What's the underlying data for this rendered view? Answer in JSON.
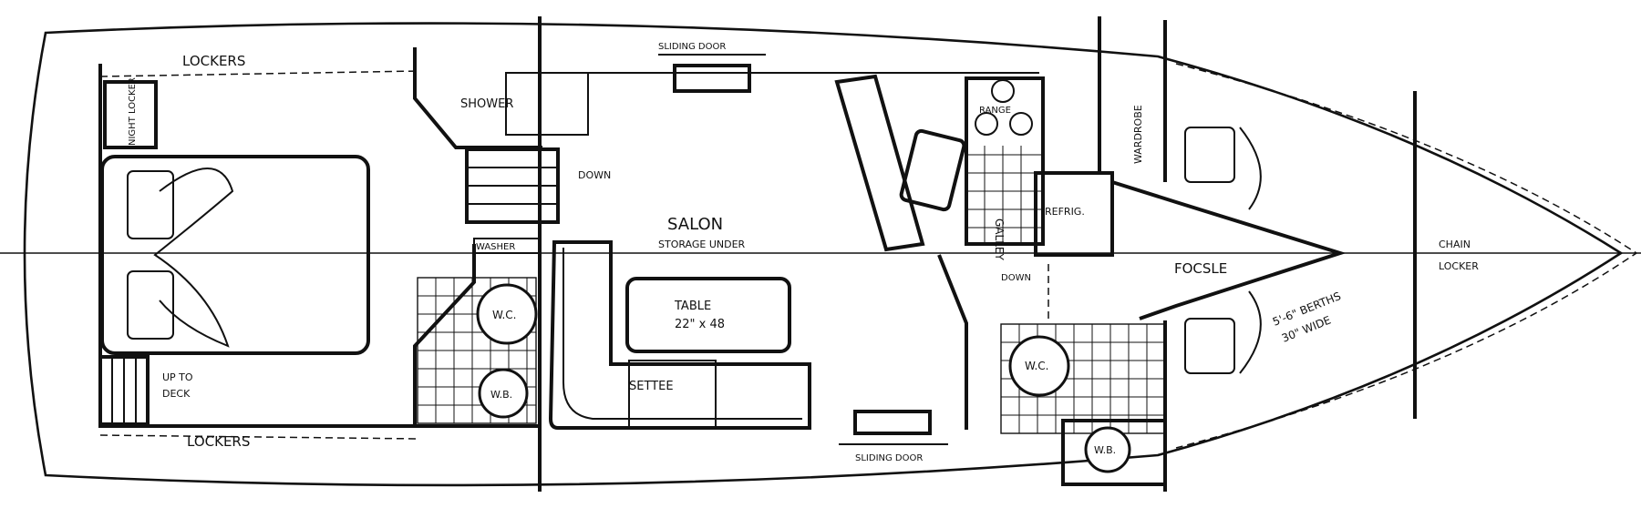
{
  "labels": {
    "lockers_top": "LOCKERS",
    "lockers_bottom": "LOCKERS",
    "night_locker": "NIGHT LOCKER",
    "shower": "SHOWER",
    "down_aft": "DOWN",
    "sliding_door_top": "SLIDING DOOR",
    "sliding_door_bottom": "SLIDING DOOR",
    "salon": "SALON",
    "storage_under": "STORAGE UNDER",
    "washer": "WASHER",
    "table": "TABLE",
    "table_size": "22\" x 48",
    "settee": "SETTEE",
    "wc_aft": "W.C.",
    "wb_aft": "W.B.",
    "up_to_deck_1": "UP TO",
    "up_to_deck_2": "DECK",
    "range": "RANGE",
    "galley": "GALLEY",
    "refrig": "REFRIG.",
    "down_fwd": "DOWN",
    "wc_fwd": "W.C.",
    "wb_fwd": "W.B.",
    "wardrobe": "WARDROBE",
    "focsle": "FOCSLE",
    "berths_1": "5'-6\" BERTHS",
    "berths_2": "30\" WIDE",
    "chain_1": "CHAIN",
    "chain_2": "LOCKER"
  },
  "colors": {
    "ink": "#111111",
    "paper": "#ffffff"
  }
}
